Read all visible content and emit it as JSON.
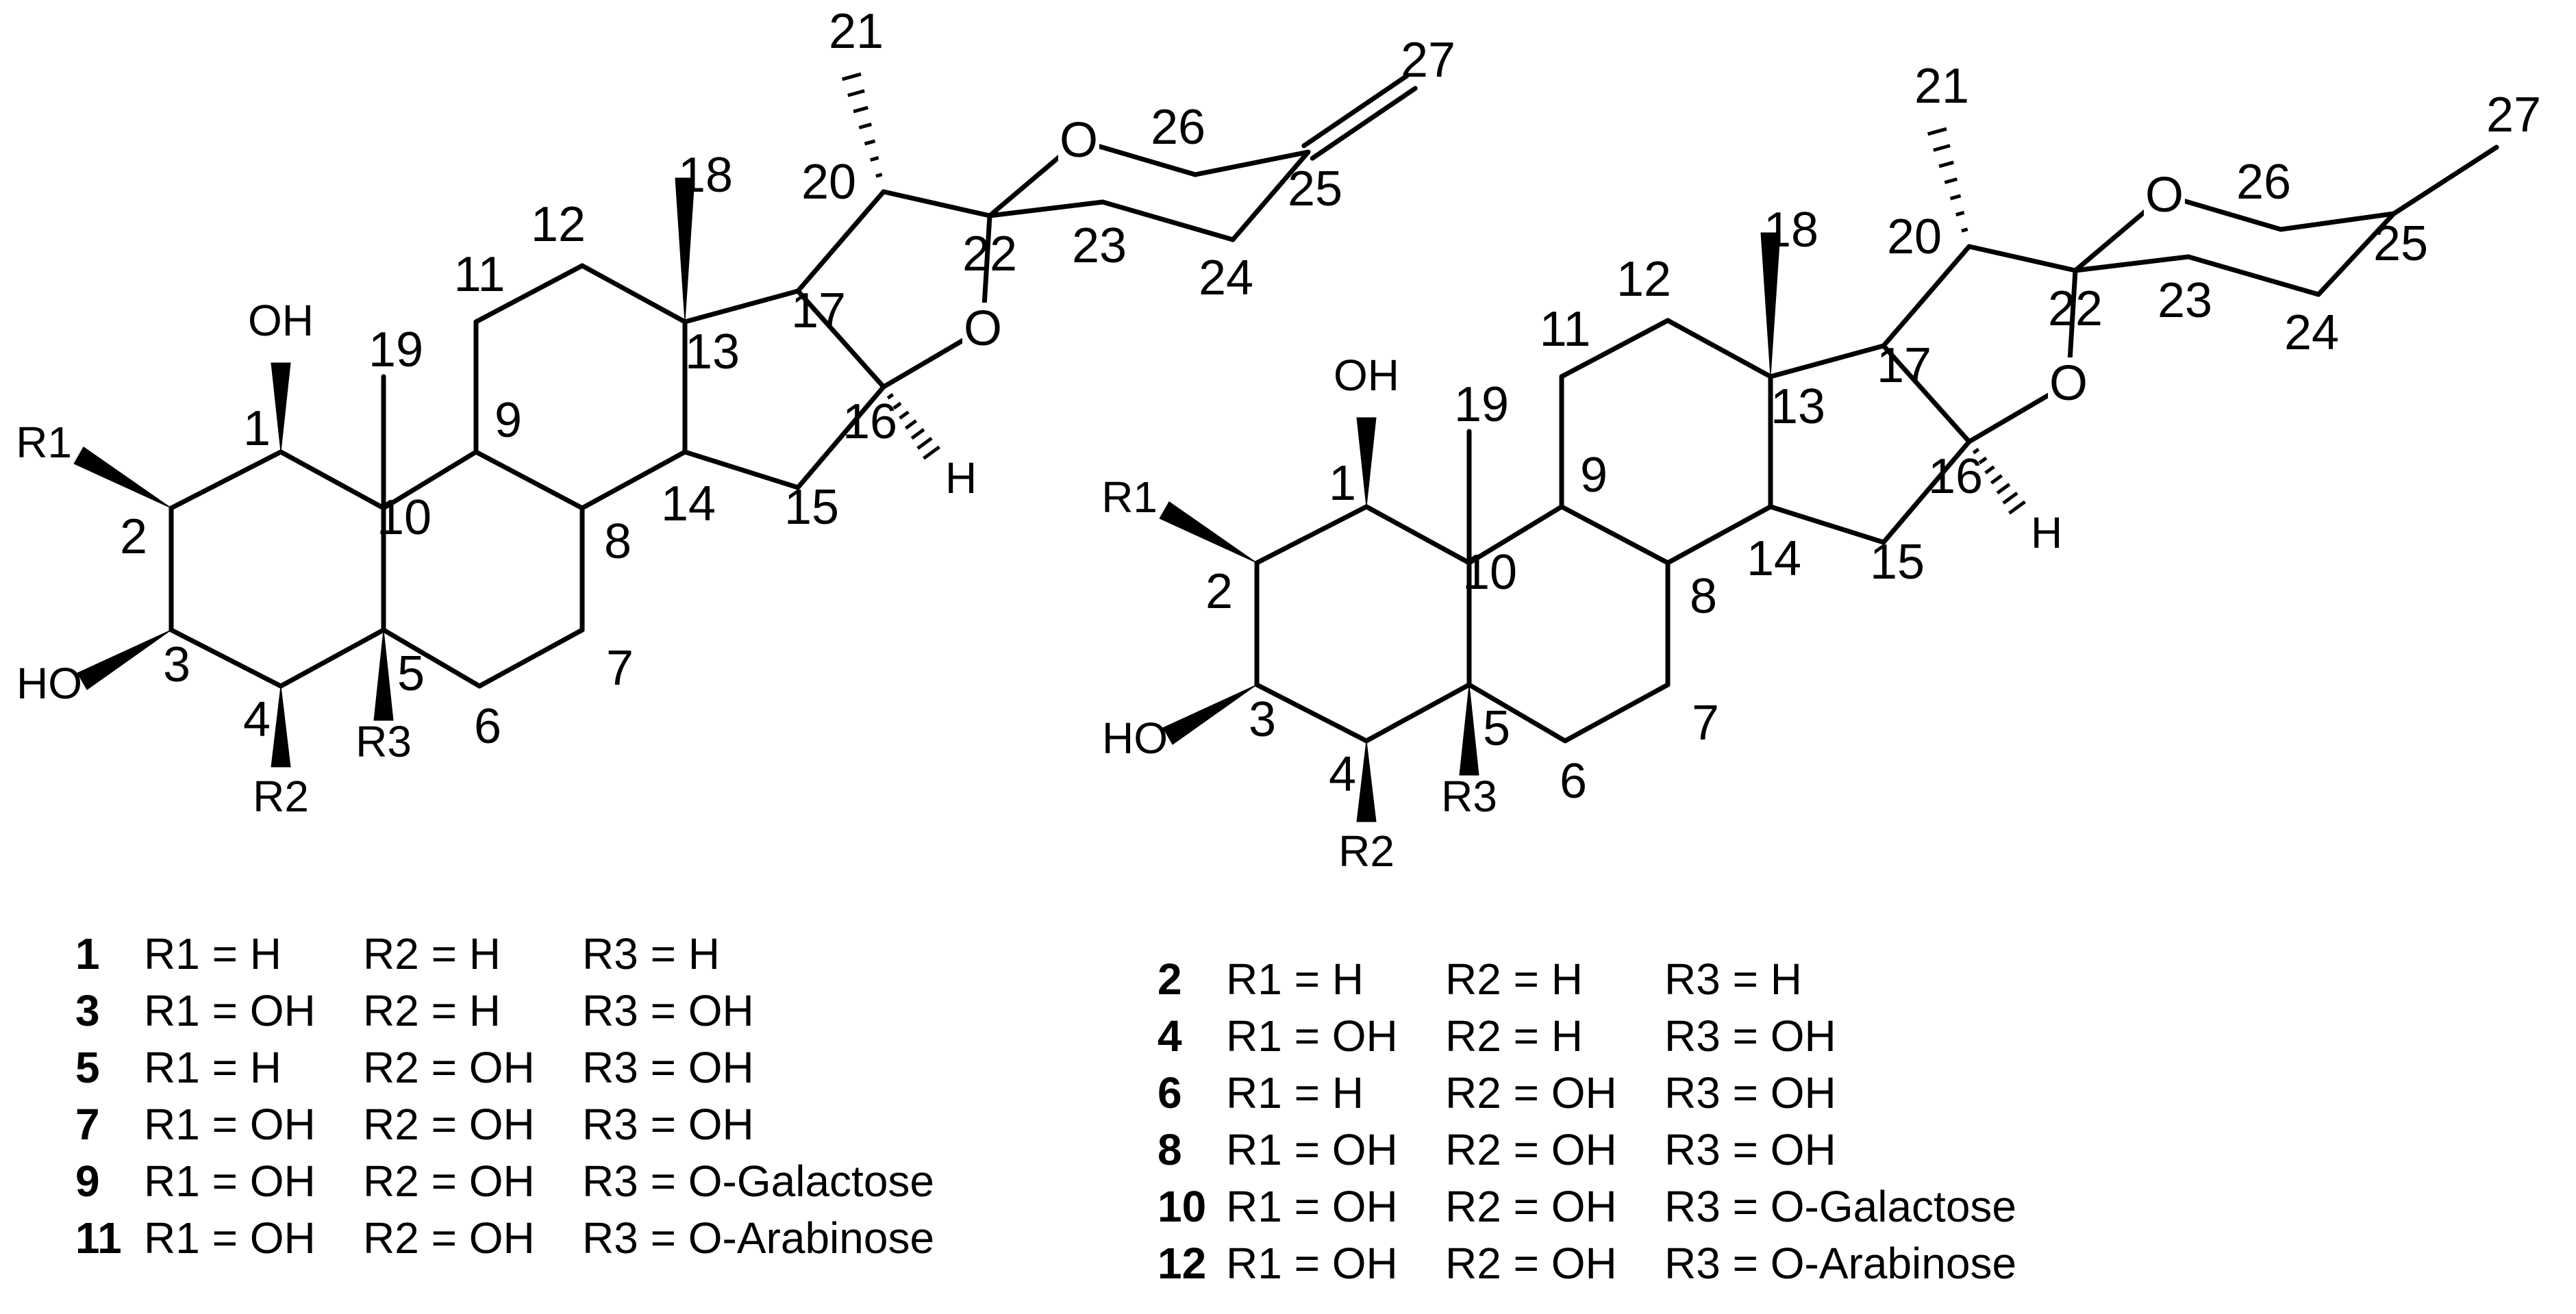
{
  "structure_a": {
    "atoms": [
      "1",
      "2",
      "3",
      "4",
      "5",
      "6",
      "7",
      "8",
      "9",
      "10",
      "11",
      "12",
      "13",
      "14",
      "15",
      "16",
      "17",
      "18",
      "19",
      "20",
      "21",
      "22",
      "23",
      "24",
      "25",
      "26",
      "27"
    ],
    "groups": {
      "oh1": "OH",
      "ho3": "HO",
      "r1": "R1",
      "r2": "R2",
      "r3": "R3",
      "o_ring": "O",
      "o_furan": "O",
      "h16": "H"
    }
  },
  "structure_b": {
    "atoms": [
      "1",
      "2",
      "3",
      "4",
      "5",
      "6",
      "7",
      "8",
      "9",
      "10",
      "11",
      "12",
      "13",
      "14",
      "15",
      "16",
      "17",
      "18",
      "19",
      "20",
      "21",
      "22",
      "23",
      "24",
      "25",
      "26",
      "27"
    ],
    "groups": {
      "oh1": "OH",
      "ho3": "HO",
      "r1": "R1",
      "r2": "R2",
      "r3": "R3",
      "o_ring": "O",
      "o_furan": "O",
      "h16": "H"
    }
  },
  "legend_left": [
    {
      "num": "1",
      "r1": "R1 = H",
      "r2": "R2 = H",
      "r3": "R3 = H"
    },
    {
      "num": "3",
      "r1": "R1 = OH",
      "r2": "R2 = H",
      "r3": "R3 = OH"
    },
    {
      "num": "5",
      "r1": "R1 = H",
      "r2": "R2 = OH",
      "r3": "R3 = OH"
    },
    {
      "num": "7",
      "r1": "R1 = OH",
      "r2": "R2 = OH",
      "r3": "R3 = OH"
    },
    {
      "num": "9",
      "r1": "R1 = OH",
      "r2": "R2 = OH",
      "r3": "R3 = O-Galactose"
    },
    {
      "num": "11",
      "r1": "R1 = OH",
      "r2": "R2 = OH",
      "r3": "R3 = O-Arabinose"
    }
  ],
  "legend_right": [
    {
      "num": "2",
      "r1": "R1 = H",
      "r2": "R2 = H",
      "r3": "R3 = H"
    },
    {
      "num": "4",
      "r1": "R1 = OH",
      "r2": "R2 = H",
      "r3": "R3 = OH"
    },
    {
      "num": "6",
      "r1": "R1 = H",
      "r2": "R2 = OH",
      "r3": "R3 = OH"
    },
    {
      "num": "8",
      "r1": "R1 = OH",
      "r2": "R2 = OH",
      "r3": "R3 = OH"
    },
    {
      "num": "10",
      "r1": "R1 = OH",
      "r2": "R2 = OH",
      "r3": "R3 = O-Galactose"
    },
    {
      "num": "12",
      "r1": "R1 = OH",
      "r2": "R2 = OH",
      "r3": "R3 = O-Arabinose"
    }
  ]
}
